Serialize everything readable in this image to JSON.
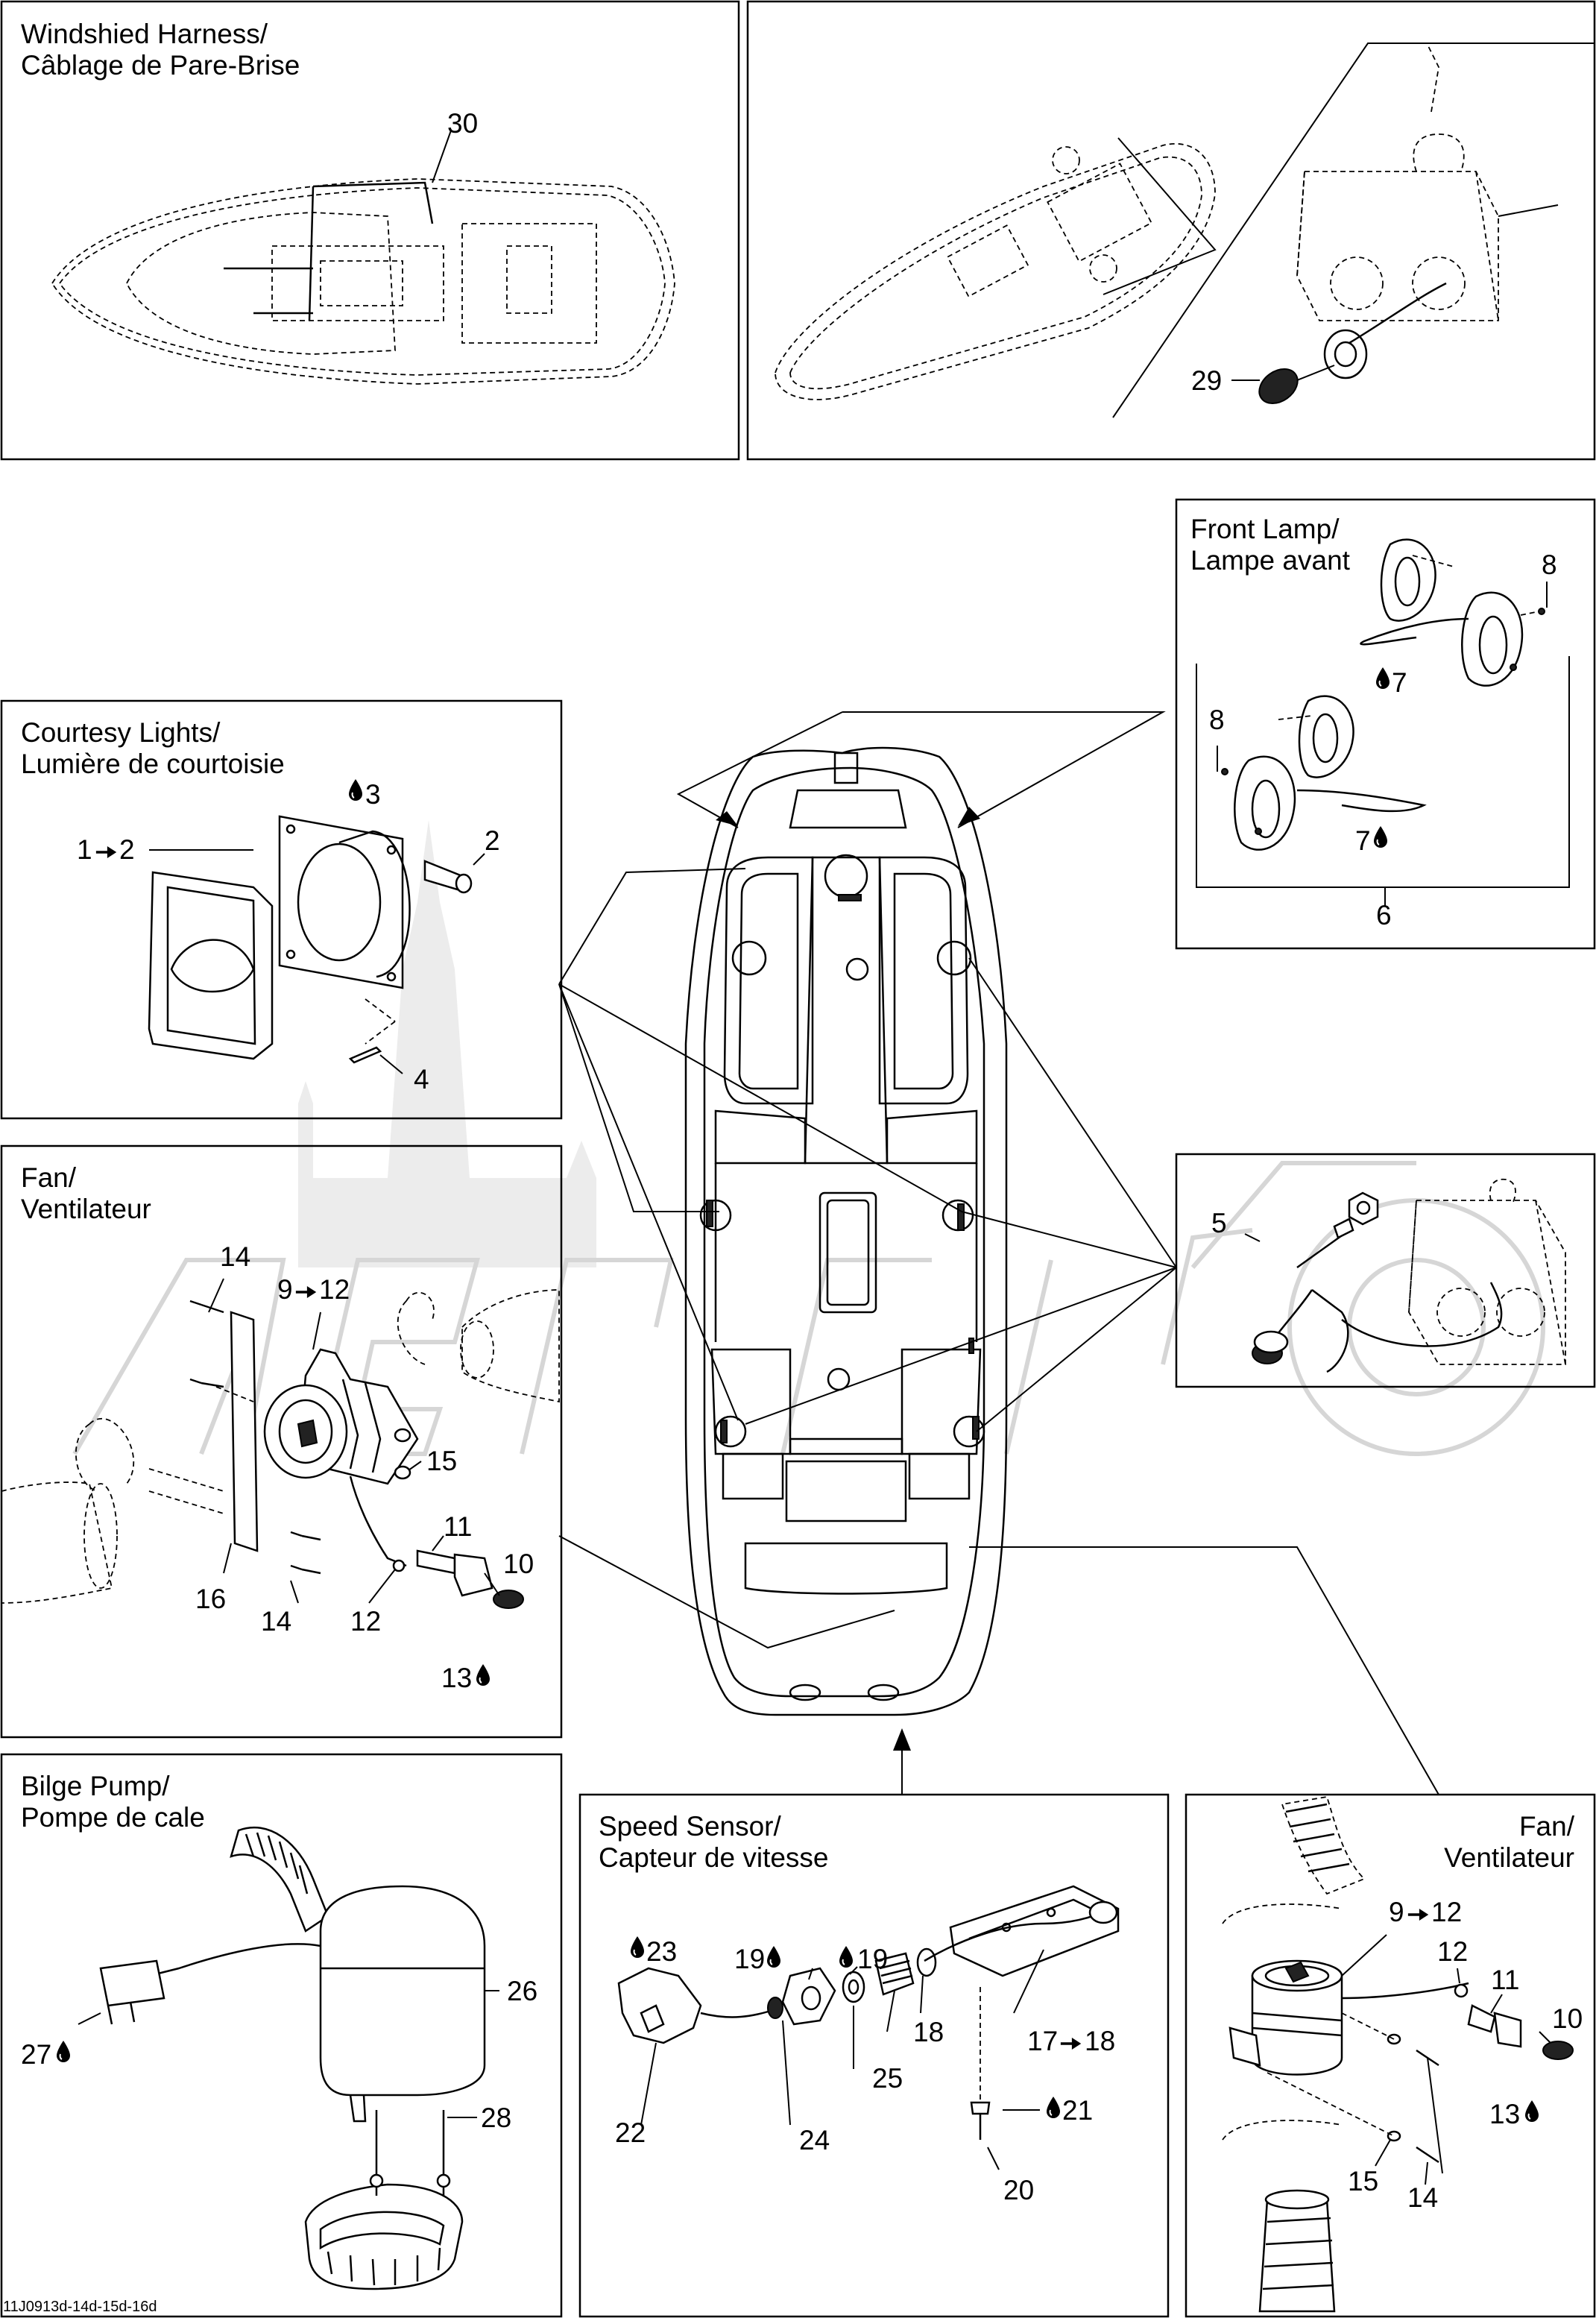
{
  "panels": {
    "windshield": {
      "title1": "Windshied Harness/",
      "title2": "Câblage de Pare-Brise",
      "label_30": "30"
    },
    "top_right": {
      "label_29": "29"
    },
    "front_lamp": {
      "title1": "Front Lamp/",
      "title2": "Lampe avant",
      "label_8a": "8",
      "label_7a": "7",
      "label_8b": "8",
      "label_7b": "7",
      "label_6": "6"
    },
    "courtesy": {
      "title1": "Courtesy Lights/",
      "title2": "Lumière de courtoisie",
      "label_1": "1",
      "label_2a": "2",
      "label_3": "3",
      "label_2": "2",
      "label_4": "4"
    },
    "fan_left": {
      "title1": "Fan/",
      "title2": "Ventilateur",
      "label_14a": "14",
      "label_9": "9",
      "label_12a": "12",
      "label_15": "15",
      "label_11": "11",
      "label_10": "10",
      "label_16": "16",
      "label_14b": "14",
      "label_12b": "12",
      "label_13": "13"
    },
    "connector": {
      "label_5": "5"
    },
    "bilge": {
      "title1": "Bilge Pump/",
      "title2": "Pompe de cale",
      "label_26": "26",
      "label_27": "27",
      "label_28": "28"
    },
    "speed": {
      "title1": "Speed Sensor/",
      "title2": "Capteur de vitesse",
      "label_23": "23",
      "label_19a": "19",
      "label_19b": "19",
      "label_17": "17",
      "label_18a": "18",
      "label_18b": "18",
      "label_25": "25",
      "label_22": "22",
      "label_24": "24",
      "label_21": "21",
      "label_20": "20"
    },
    "fan_right": {
      "title1": "Fan/",
      "title2": "Ventilateur",
      "label_9": "9",
      "label_12a": "12",
      "label_12b": "12",
      "label_11": "11",
      "label_10": "10",
      "label_13": "13",
      "label_15": "15",
      "label_14": "14"
    }
  },
  "footer_code": "11J0913d-14d-15d-16d",
  "icons": {
    "arrow": "right-arrow-icon",
    "drop": "oil-drop-icon"
  }
}
